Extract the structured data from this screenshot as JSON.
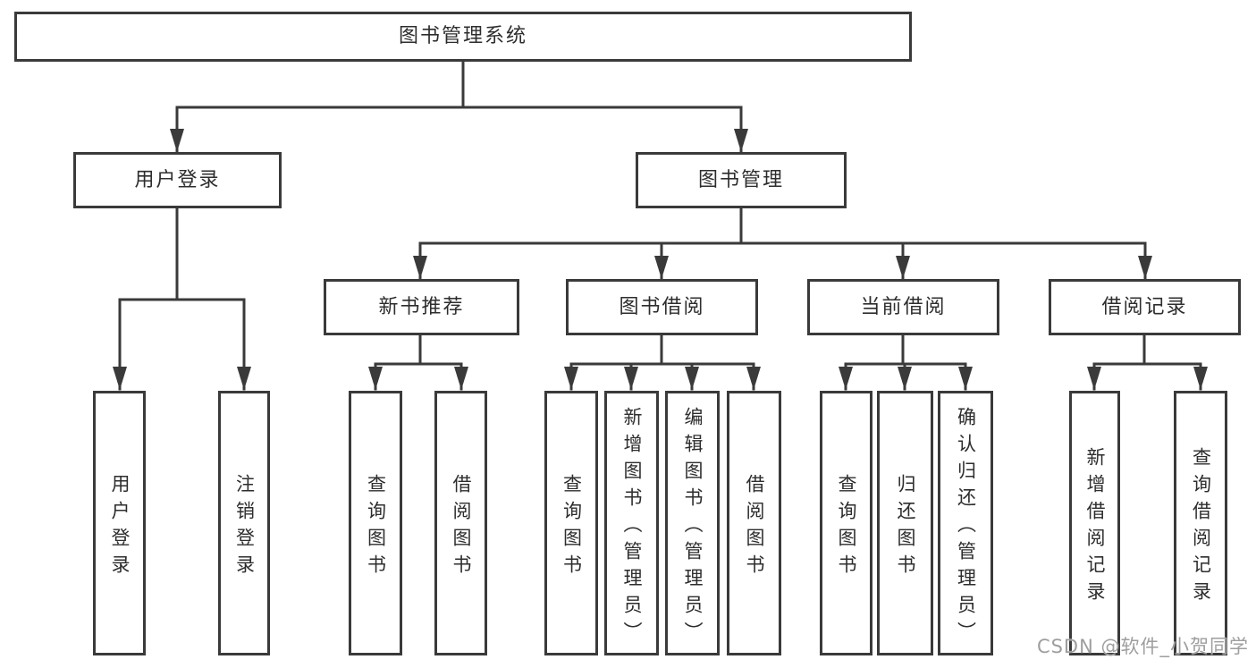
{
  "diagram": {
    "type": "function-structure-tree",
    "colors": {
      "background": "#ffffff",
      "line": "#3a3a3a",
      "box_border": "#3a3a3a",
      "text": "#2d2d2d",
      "watermark": "#9e9e9e"
    },
    "tree": {
      "root": {
        "label": "图书管理系统",
        "children": [
          {
            "label": "用户登录",
            "children": [
              {
                "label": "用户登录"
              },
              {
                "label": "注销登录"
              }
            ]
          },
          {
            "label": "图书管理",
            "children": [
              {
                "label": "新书推荐",
                "children": [
                  {
                    "label": "查询图书"
                  },
                  {
                    "label": "借阅图书"
                  }
                ]
              },
              {
                "label": "图书借阅",
                "children": [
                  {
                    "label": "查询图书"
                  },
                  {
                    "label": "新增图书（管理员）"
                  },
                  {
                    "label": "编辑图书（管理员）"
                  },
                  {
                    "label": "借阅图书"
                  }
                ]
              },
              {
                "label": "当前借阅",
                "children": [
                  {
                    "label": "查询图书"
                  },
                  {
                    "label": "归还图书"
                  },
                  {
                    "label": "确认归还（管理员）"
                  }
                ]
              },
              {
                "label": "借阅记录",
                "children": [
                  {
                    "label": "新增借阅记录"
                  },
                  {
                    "label": "查询借阅记录"
                  }
                ]
              }
            ]
          }
        ]
      }
    },
    "watermark": {
      "text": "CSDN @软件_小贺同学"
    }
  }
}
